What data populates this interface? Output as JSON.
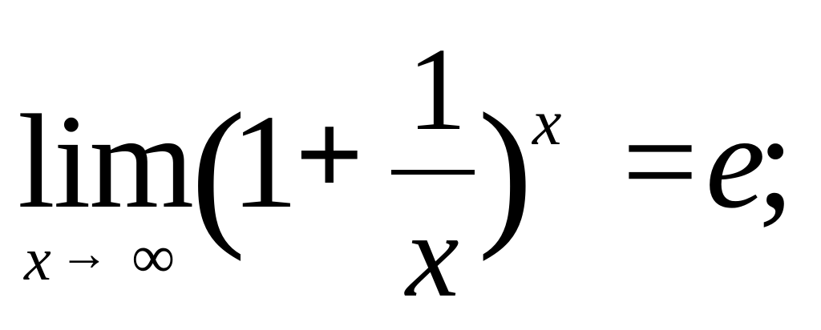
{
  "formula": {
    "limit": {
      "operator": "lim",
      "subscript_variable": "x",
      "subscript_arrow": "→",
      "subscript_target": "∞"
    },
    "left_paren": "(",
    "one": "1",
    "plus": "+",
    "fraction": {
      "numerator": "1",
      "denominator": "x"
    },
    "right_paren": ")",
    "exponent": "x",
    "equals": "=",
    "result": "e",
    "terminator": ";"
  }
}
